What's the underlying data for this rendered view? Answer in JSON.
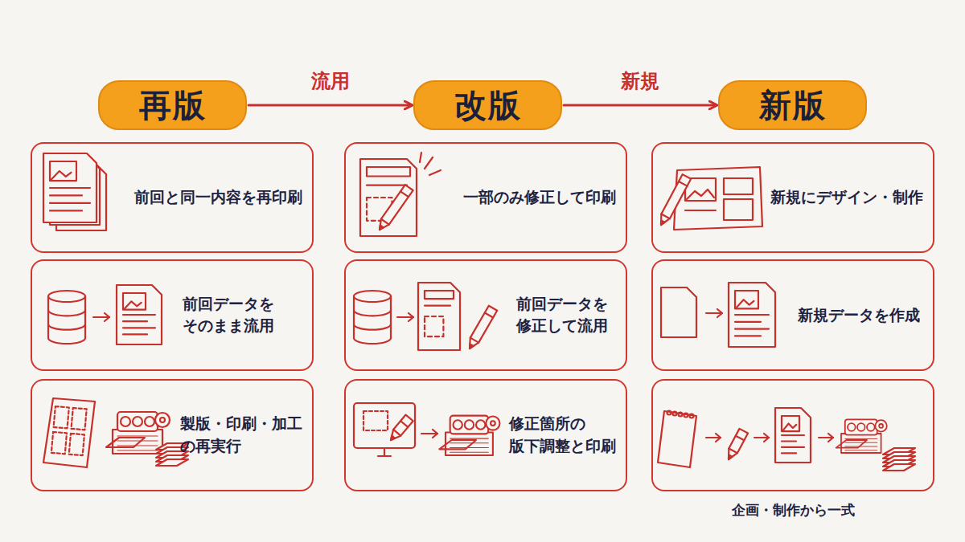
{
  "diagram": {
    "nodes": [
      {
        "text": [
          "再版"
        ]
      },
      {
        "text": [
          "改版"
        ]
      },
      {
        "text": [
          "新版"
        ]
      },
      {
        "text": [
          "前回と同一内容を再印刷"
        ]
      },
      {
        "text": [
          "一部のみ修正して印刷"
        ]
      },
      {
        "text": [
          "新規にデザイン・制作"
        ]
      },
      {
        "text": [
          "前回データを そのまま流用"
        ]
      },
      {
        "text": [
          "前回データを 修正して流用"
        ]
      },
      {
        "text": [
          "新規データを作成"
        ]
      },
      {
        "text": [
          "製版・印刷・加工 の再実行"
        ]
      },
      {
        "text": [
          "修正箇所の 版下調整と印刷"
        ]
      },
      {
        "text": [
          "企画・制作から一式"
        ]
      }
    ],
    "edges": [
      {
        "from": 0,
        "to": 1,
        "label": "流用",
        "arrow": "to"
      },
      {
        "from": 1,
        "to": 2,
        "label": "新規",
        "arrow": "to"
      }
    ]
  }
}
